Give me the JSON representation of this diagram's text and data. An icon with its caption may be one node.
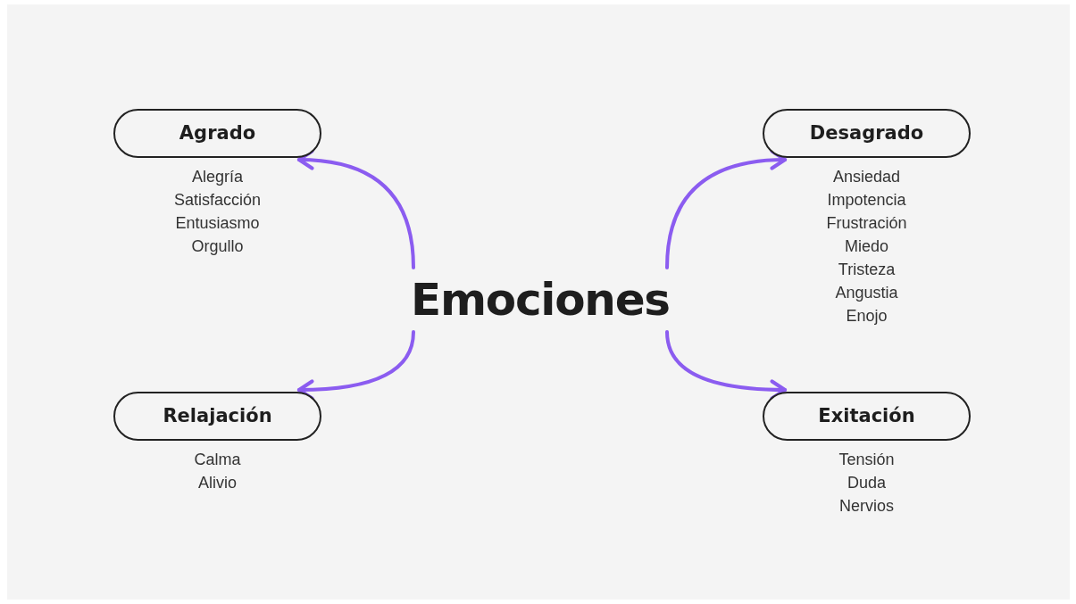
{
  "diagram": {
    "nodes": [
      {
        "text": [
          "Emociones"
        ]
      },
      {
        "text": [
          "Agrado"
        ],
        "beside": [
          "Alegría",
          "Satisfacción",
          "Entusiasmo",
          "Orgullo"
        ]
      },
      {
        "text": [
          "Desagrado"
        ],
        "beside": [
          "Ansiedad",
          "Impotencia",
          "Frustración",
          "Miedo",
          "Tristeza",
          "Angustia",
          "Enojo"
        ]
      },
      {
        "text": [
          "Relajación"
        ],
        "beside": [
          "Calma",
          "Alivio"
        ]
      },
      {
        "text": [
          "Exitación"
        ],
        "beside": [
          "Tensión",
          "Duda",
          "Nervios"
        ]
      }
    ],
    "edges": [
      {
        "from": 0,
        "to": 1,
        "arrow": "to"
      },
      {
        "from": 0,
        "to": 2,
        "arrow": "to"
      },
      {
        "from": 0,
        "to": 3,
        "arrow": "to"
      },
      {
        "from": 0,
        "to": 4,
        "arrow": "to"
      }
    ]
  }
}
